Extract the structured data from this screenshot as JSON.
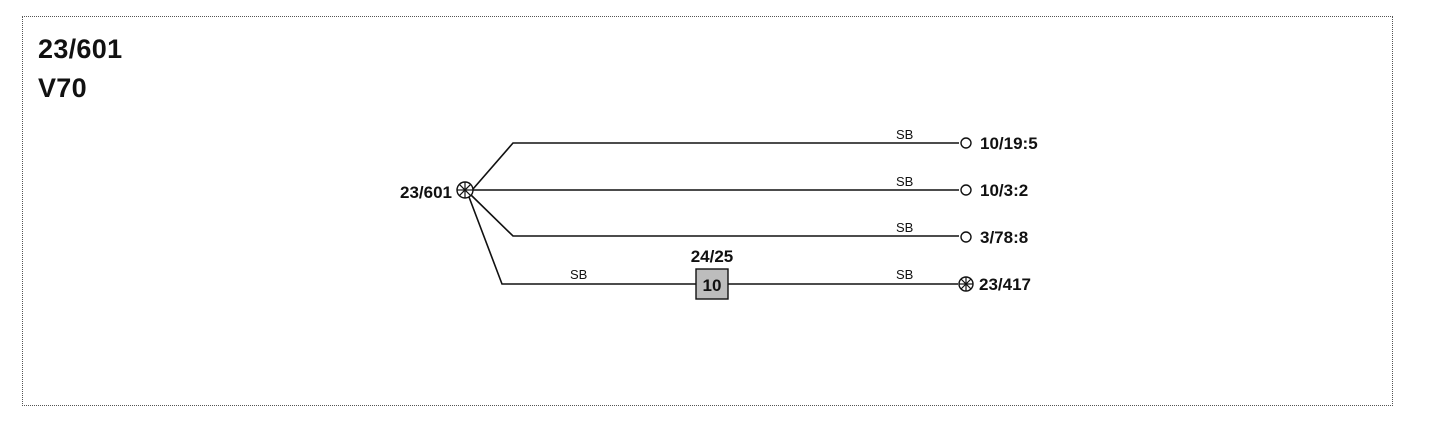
{
  "header": {
    "code": "23/601",
    "model": "V70"
  },
  "diagram": {
    "source": {
      "id": "23/601"
    },
    "wires": [
      {
        "color": "SB",
        "target": "10/19:5",
        "end": "open-circle"
      },
      {
        "color": "SB",
        "target": "10/3:2",
        "end": "open-circle"
      },
      {
        "color": "SB",
        "target": "3/78:8",
        "end": "open-circle"
      },
      {
        "color_left": "SB",
        "color": "SB",
        "target": "23/417",
        "end": "star-node",
        "connector": {
          "ref": "24/25",
          "pin": "10"
        }
      }
    ]
  }
}
